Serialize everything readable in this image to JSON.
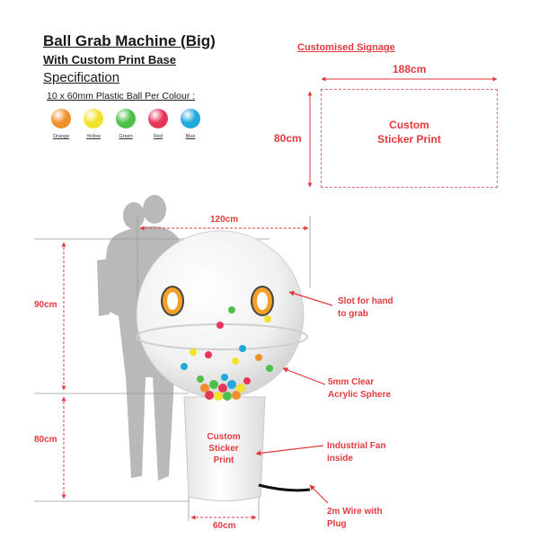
{
  "header": {
    "title": "Ball Grab Machine (Big)",
    "subtitle": "With Custom Print Base",
    "spec": "Specification",
    "ball_caption": "10 x 60mm Plastic Ball Per Colour :"
  },
  "balls": [
    {
      "label": "Orange",
      "color": "#f0902a"
    },
    {
      "label": "Yellow",
      "color": "#f2e22a"
    },
    {
      "label": "Green",
      "color": "#4ec04a"
    },
    {
      "label": "Red",
      "color": "#e8365a"
    },
    {
      "label": "Blue",
      "color": "#22a8dc"
    }
  ],
  "signage": {
    "title": "Customised Signage",
    "width": "188cm",
    "height": "80cm",
    "text_line1": "Custom",
    "text_line2": "Sticker Print"
  },
  "machine": {
    "width": "120cm",
    "sphere_height": "90cm",
    "base_height": "80cm",
    "base_width": "60cm",
    "base_text": [
      "Custom",
      "Sticker",
      "Print"
    ]
  },
  "callouts": {
    "slot": [
      "Slot for hand",
      "to grab"
    ],
    "acrylic": [
      "5mm Clear",
      "Acrylic Sphere"
    ],
    "fan": [
      "Industrial Fan",
      "inside"
    ],
    "wire": [
      "2m Wire with",
      "Plug"
    ]
  },
  "colors": {
    "accent": "#e03a3e",
    "dimension_line": "#e03a3e",
    "silhouette": "#b9b9b9"
  }
}
